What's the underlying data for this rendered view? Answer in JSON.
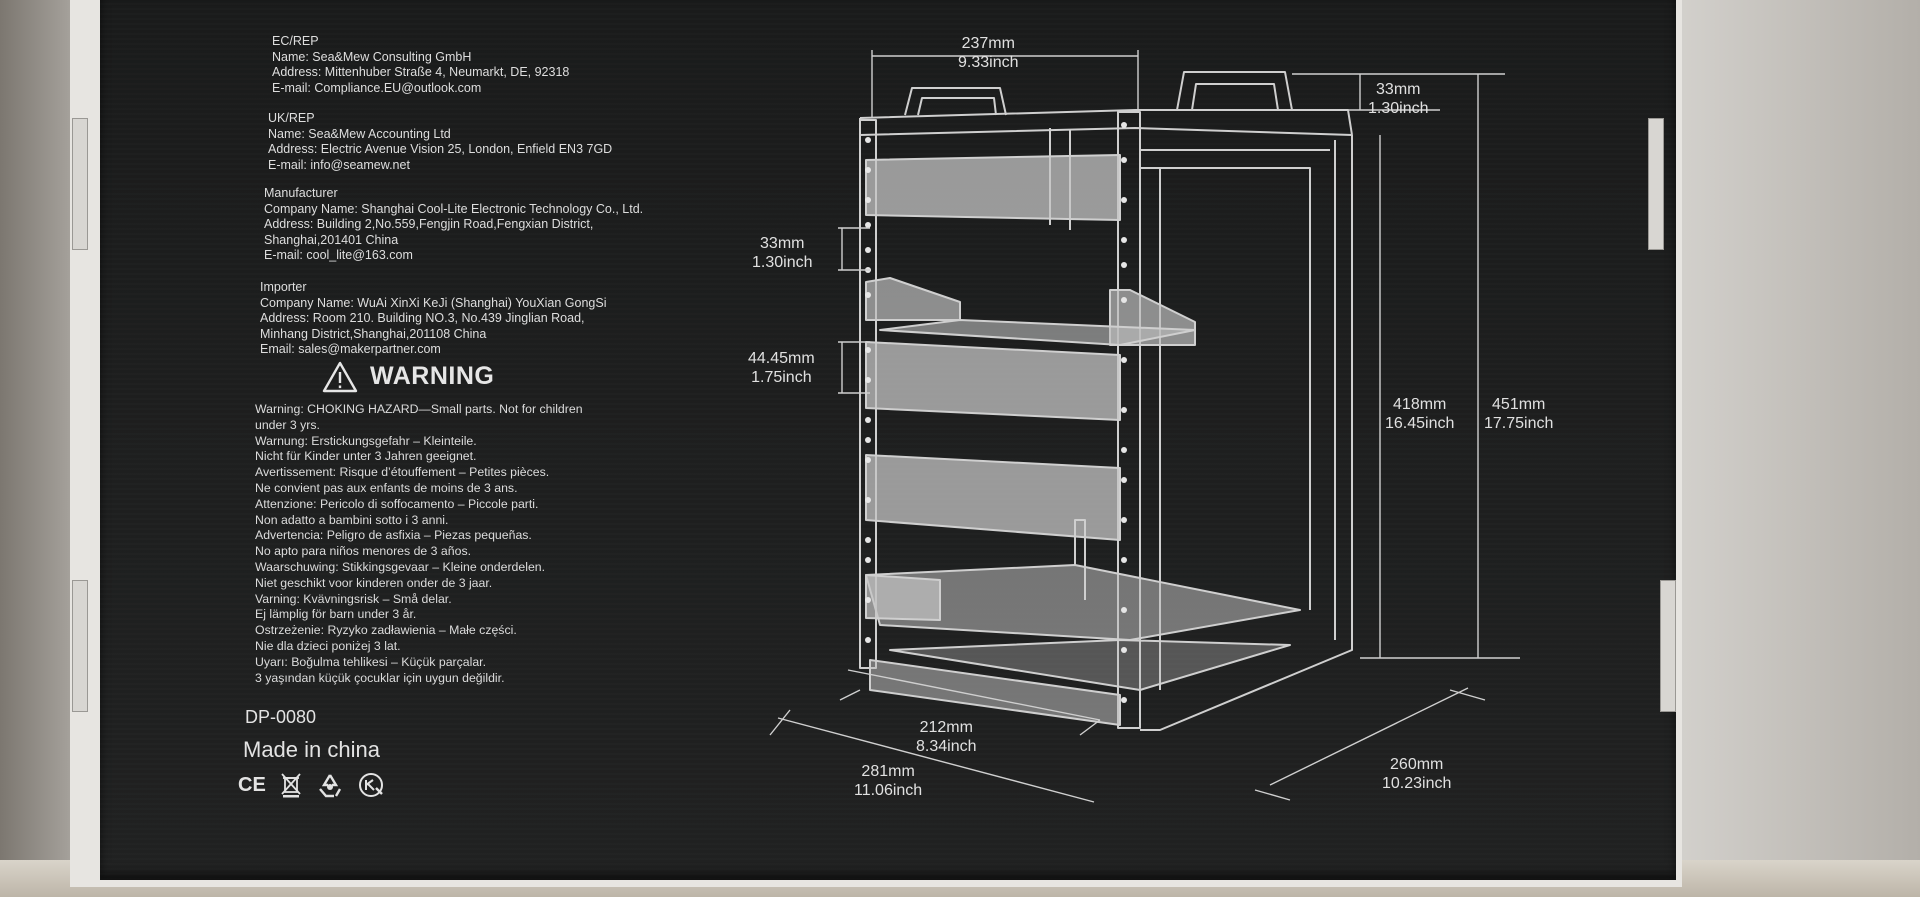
{
  "ec_rep": {
    "heading": "EC/REP",
    "name": "Name: Sea&Mew Consulting GmbH",
    "address": "Address: Mittenhuber Straße 4, Neumarkt, DE, 92318",
    "email": "E-mail: Compliance.EU@outlook.com"
  },
  "uk_rep": {
    "heading": "UK/REP",
    "name": "Name: Sea&Mew Accounting Ltd",
    "address": "Address: Electric Avenue Vision 25, London, Enfield EN3 7GD",
    "email": "E-mail: info@seamew.net"
  },
  "manufacturer": {
    "heading": "Manufacturer",
    "company": "Company Name: Shanghai Cool-Lite Electronic Technology Co., Ltd.",
    "address_1": "Address: Building 2,No.559,Fengjin Road,Fengxian District,",
    "address_2": "Shanghai,201401 China",
    "email": "E-mail: cool_lite@163.com"
  },
  "importer": {
    "heading": "Importer",
    "company": "Company Name: WuAi XinXi KeJi (Shanghai) YouXian GongSi",
    "address_1": "Address: Room 210. Building NO.3, No.439 Jinglian Road,",
    "address_2": "Minhang District,Shanghai,201108 China",
    "email": "Email: sales@makerpartner.com"
  },
  "warning": {
    "title": "WARNING",
    "lines": [
      "Warning: CHOKING HAZARD—Small parts. Not for children",
      "under 3 yrs.",
      "Warnung: Erstickungsgefahr – Kleinteile.",
      "Nicht für Kinder unter 3 Jahren geeignet.",
      "Avertissement: Risque d’étouffement – Petites pièces.",
      "Ne convient pas aux enfants de moins de 3 ans.",
      "Attenzione: Pericolo di soffocamento – Piccole parti.",
      "Non adatto a bambini sotto i 3 anni.",
      "Advertencia: Peligro de asfixia – Piezas pequeñas.",
      "No apto para niños menores de 3 años.",
      "Waarschuwing: Stikkingsgevaar – Kleine onderdelen.",
      "Niet geschikt voor kinderen onder de 3 jaar.",
      "Varning: Kvävningsrisk – Små delar.",
      "Ej lämplig för barn under 3 år.",
      "Ostrzeżenie: Ryzyko zadławienia – Małe części.",
      "Nie dla dzieci poniżej 3 lat.",
      "Uyarı: Boğulma tehlikesi – Küçük parçalar.",
      "3 yaşından küçük çocuklar için uygun değildir."
    ]
  },
  "model": "DP-0080",
  "made_in": "Made in china",
  "marks": {
    "ce": "CE"
  },
  "dimensions": {
    "top_width": {
      "mm": "237mm",
      "inch": "9.33inch"
    },
    "top_offset": {
      "mm": "33mm",
      "inch": "1.30inch"
    },
    "rack_unit": {
      "mm": "33mm",
      "inch": "1.30inch"
    },
    "unit_spacing": {
      "mm": "44.45mm",
      "inch": "1.75inch"
    },
    "inner_height": {
      "mm": "418mm",
      "inch": "16.45inch"
    },
    "total_height": {
      "mm": "451mm",
      "inch": "17.75inch"
    },
    "inner_width": {
      "mm": "212mm",
      "inch": "8.34inch"
    },
    "outer_width": {
      "mm": "281mm",
      "inch": "11.06inch"
    },
    "depth": {
      "mm": "260mm",
      "inch": "10.23inch"
    }
  },
  "colors": {
    "box": "#1c1d1d",
    "text": "#dedede",
    "line": "#cfcfcf"
  }
}
